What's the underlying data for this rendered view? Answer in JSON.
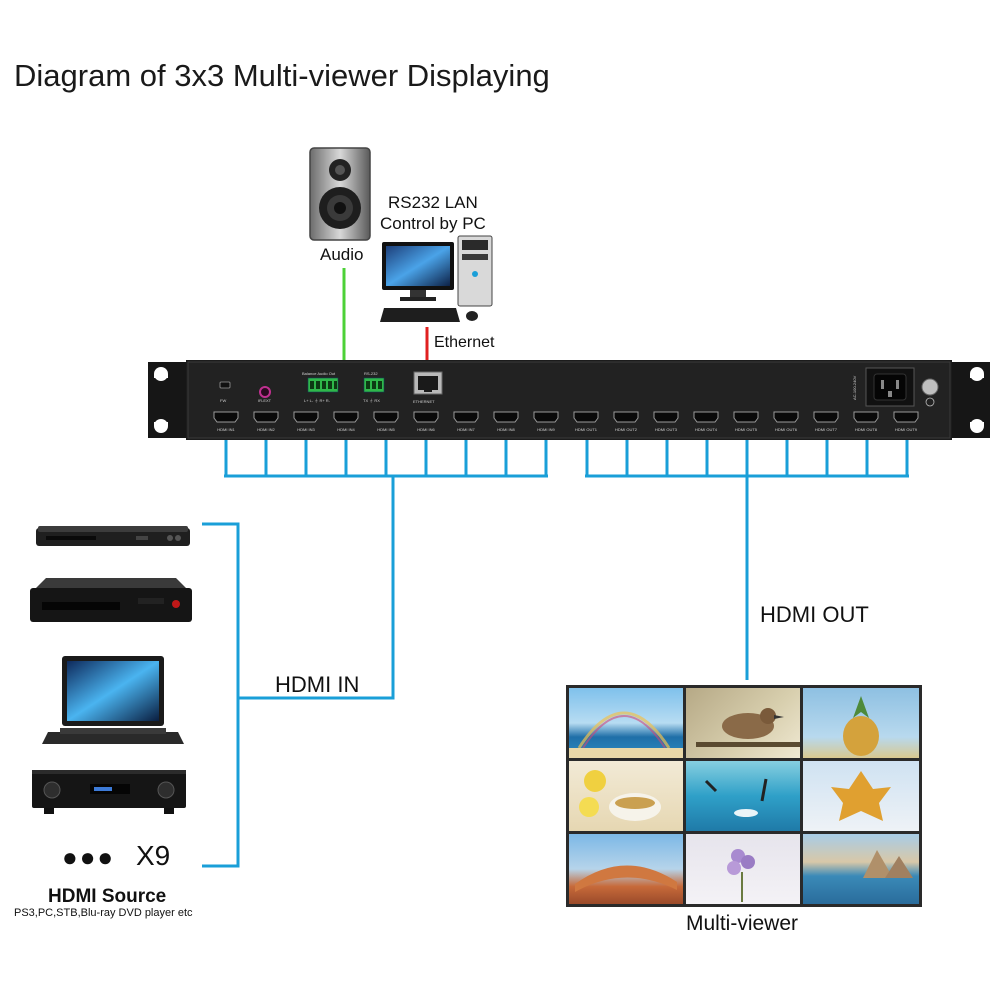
{
  "title": "Diagram of 3x3 Multi-viewer Displaying",
  "audio": {
    "label": "Audio"
  },
  "control": {
    "line1": "RS232 LAN",
    "line2": "Control by PC"
  },
  "ethernet": {
    "label": "Ethernet"
  },
  "device": {
    "fw_label": "FW",
    "irext_label": "IR-EXT",
    "balance_label": "Balance Audio Out",
    "balance_pins": "L+ L- ⏚ R+ R-",
    "rs232_label": "RS-232",
    "rs232_pins": "TX ⏚ RX",
    "ethernet_port_label": "ETHERNET",
    "power_label": "AC-100-240V",
    "inputs": [
      "HDMI IN1",
      "HDMI IN2",
      "HDMI IN3",
      "HDMI IN4",
      "HDMI IN5",
      "HDMI IN6",
      "HDMI IN7",
      "HDMI IN8",
      "HDMI IN9"
    ],
    "outputs": [
      "HDMI OUT1",
      "HDMI OUT2",
      "HDMI OUT3",
      "HDMI OUT4",
      "HDMI OUT5",
      "HDMI OUT6",
      "HDMI OUT7",
      "HDMI OUT8",
      "HDMI OUT9"
    ]
  },
  "hdmi_in": {
    "label": "HDMI IN"
  },
  "hdmi_out": {
    "label": "HDMI OUT"
  },
  "source": {
    "dots": "●●●",
    "count": "X9",
    "title": "HDMI Source",
    "subtitle": "PS3,PC,STB,Blu-ray DVD player etc"
  },
  "multiviewer": {
    "label": "Multi-viewer"
  },
  "colors": {
    "cable_blue": "#1a9fd8",
    "audio_green": "#4cd137",
    "ethernet_red": "#e02020",
    "chassis": "#1c1c1c"
  }
}
